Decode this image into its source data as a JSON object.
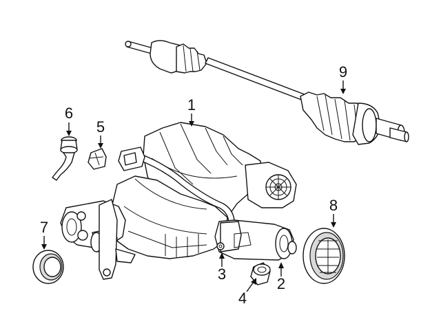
{
  "diagram": {
    "colors": {
      "line": "#111111",
      "fill": "#ffffff",
      "shade": "#d9d9d9"
    },
    "callouts": [
      {
        "id": "1",
        "label": "1"
      },
      {
        "id": "2",
        "label": "2"
      },
      {
        "id": "3",
        "label": "3"
      },
      {
        "id": "4",
        "label": "4"
      },
      {
        "id": "5",
        "label": "5"
      },
      {
        "id": "6",
        "label": "6"
      },
      {
        "id": "7",
        "label": "7"
      },
      {
        "id": "8",
        "label": "8"
      },
      {
        "id": "9",
        "label": "9"
      }
    ]
  }
}
